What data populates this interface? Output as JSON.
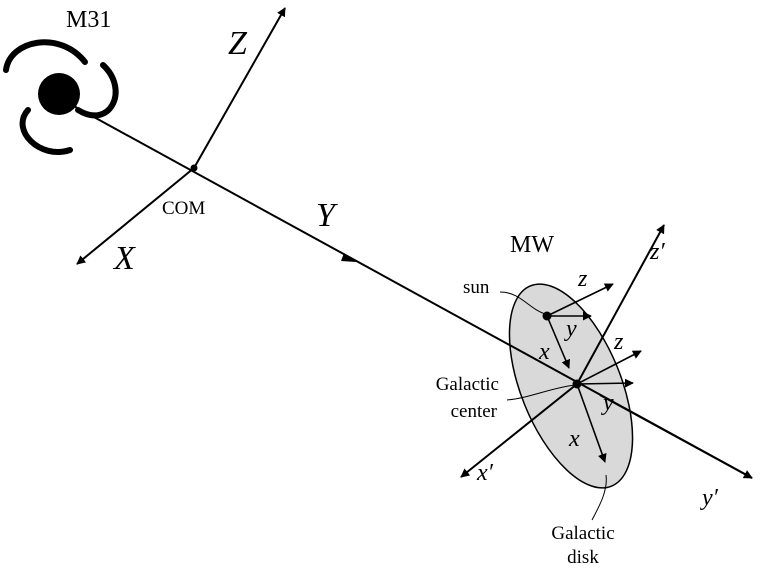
{
  "diagram": {
    "labels": {
      "m31": "M31",
      "com": "COM",
      "mw": "MW",
      "axis_X": "X",
      "axis_Y": "Y",
      "axis_Z": "Z",
      "sun": "sun",
      "galactic_center_line1": "Galactic",
      "galactic_center_line2": "center",
      "galactic_disk_line1": "Galactic",
      "galactic_disk_line2": "disk",
      "sun_x": "x",
      "sun_y": "y",
      "sun_z": "z",
      "gc_x": "x",
      "gc_y": "y",
      "gc_z": "z",
      "prime_x": "x′",
      "prime_y": "y′",
      "prime_z": "z′"
    },
    "colors": {
      "ink": "#000000",
      "disk_fill": "#d9d9d9"
    }
  }
}
